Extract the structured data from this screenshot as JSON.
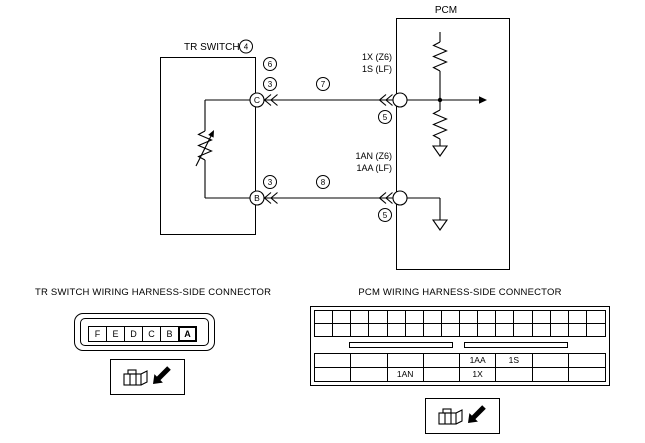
{
  "schematic": {
    "pcm_box_label": "PCM",
    "tr_switch_label": "TR SWITCH",
    "tr_switch_callout": "4",
    "terminal_c": "C",
    "terminal_b": "B",
    "callouts": {
      "top_6": "6",
      "top_3": "3",
      "top_7": "7",
      "top_5": "5",
      "bottom_3": "3",
      "bottom_8": "8",
      "bottom_5": "5"
    },
    "pcm_pin_labels_top": [
      "1X (Z6)",
      "1S (LF)"
    ],
    "pcm_pin_labels_bottom": [
      "1AN (Z6)",
      "1AA (LF)"
    ]
  },
  "tr_connector": {
    "title": "TR SWITCH WIRING HARNESS-SIDE CONNECTOR",
    "cells": [
      "F",
      "E",
      "D",
      "C",
      "B",
      "A"
    ],
    "highlighted_cell": "A"
  },
  "pcm_connector": {
    "title": "PCM WIRING HARNESS-SIDE CONNECTOR",
    "top_grid": {
      "rows": 2,
      "cols": 16
    },
    "bottom_grid": {
      "rows": [
        [
          "",
          "",
          "",
          "",
          "1AA",
          "1S",
          "",
          ""
        ],
        [
          "",
          "",
          "1AN",
          "",
          "1X",
          "",
          "",
          ""
        ]
      ]
    }
  },
  "icons": {
    "inline_connector": "double-chevron",
    "ground": "hollow-down-triangle",
    "resistor": "zigzag",
    "variable_resistor": "zigzag-with-arrow",
    "harness_plug": "connector-plug-with-arrow"
  }
}
